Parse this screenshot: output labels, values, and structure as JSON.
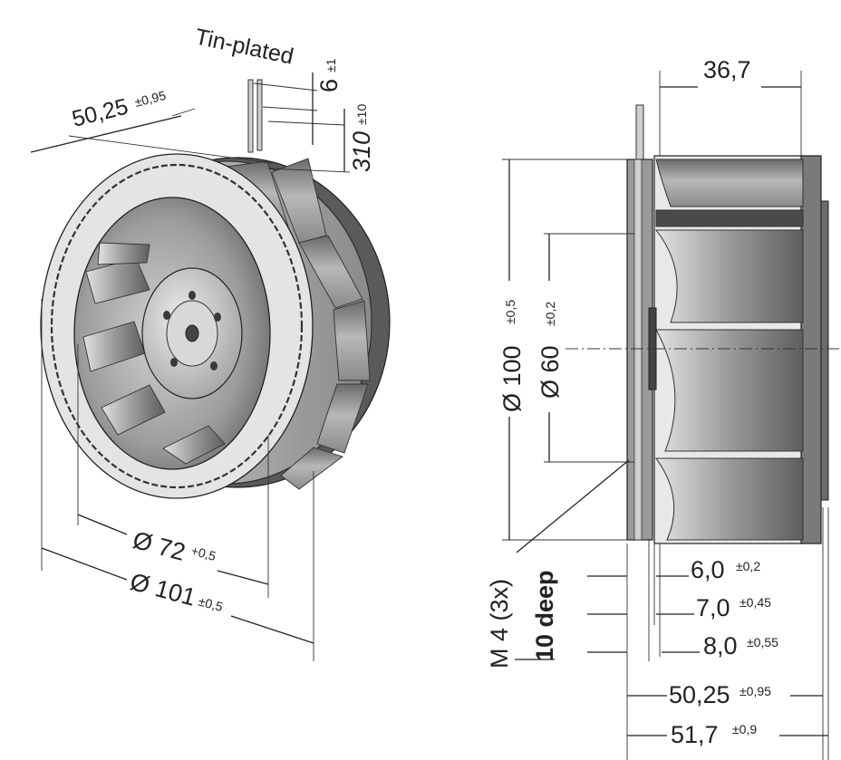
{
  "labels": {
    "tin_plated": "Tin-plated",
    "cable_lead_length": "6",
    "cable_lead_tol": "±1",
    "cable_length": "310",
    "cable_length_tol": "±10",
    "iso_height": "50,25",
    "iso_height_tol": "±0,95",
    "inlet_diameter": "Ø 72",
    "inlet_diameter_tol": "+0,5",
    "outer_diameter": "Ø 101",
    "outer_diameter_tol": "±0,5",
    "side_top_width": "36,7",
    "side_diameter_100": "Ø 100",
    "side_diameter_100_tol": "±0,5",
    "side_diameter_60": "Ø 60",
    "side_diameter_60_tol": "±0,2",
    "thread": "M 4 (3x)",
    "thread_depth": "10 deep",
    "dim_6": "6,0",
    "dim_6_tol": "±0,2",
    "dim_7": "7,0",
    "dim_7_tol": "±0,45",
    "dim_8": "8,0",
    "dim_8_tol": "±0,55",
    "dim_5025": "50,25",
    "dim_5025_tol": "±0,95",
    "dim_517": "51,7",
    "dim_517_tol": "±0,9"
  },
  "colors": {
    "ink": "#222222",
    "metal_light": "#e6e6e6",
    "metal_mid": "#a9a9a9",
    "metal_dark": "#6f6f6f",
    "metal_darkest": "#4a4a4a"
  }
}
